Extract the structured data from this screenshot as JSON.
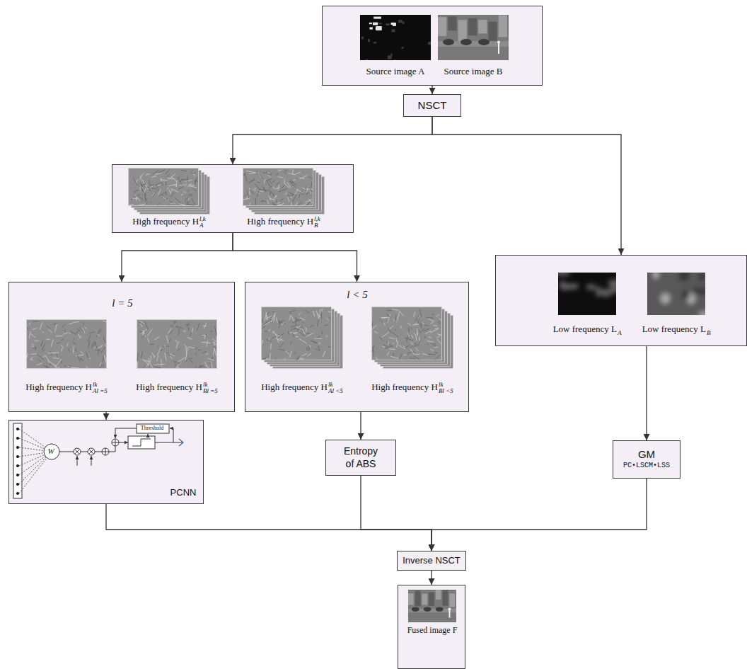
{
  "diagram": {
    "nodes": [
      {
        "text": [
          "Source image A",
          "Source image B"
        ]
      },
      {
        "text": [
          "NSCT"
        ]
      },
      {
        "text": [
          "High frequency H",
          "l,k",
          "A",
          "High frequency H",
          "l,k",
          "B"
        ]
      },
      {
        "text": [
          "Low frequency L",
          "A",
          "Low frequency L",
          "B"
        ]
      },
      {
        "text": [
          "l = 5",
          "High frequency H",
          "lk",
          "Al =5",
          "High frequency H",
          "lk",
          "Bl =5"
        ]
      },
      {
        "text": [
          "l < 5",
          "High frequency H",
          "lk",
          "Al <5",
          "High frequency H",
          "lk",
          "Bl <5"
        ]
      },
      {
        "text": [
          "PCNN"
        ]
      },
      {
        "text": [
          "Entropy of ABS"
        ]
      },
      {
        "text": [
          "GM",
          "PC•LSCM•LSS"
        ]
      },
      {
        "text": [
          "Inverse NSCT"
        ]
      },
      {
        "text": [
          "Fused image F"
        ]
      }
    ],
    "edges": [
      {
        "from": 0,
        "to": 1,
        "arrow": "to"
      },
      {
        "from": 1,
        "to": 2,
        "arrow": "to"
      },
      {
        "from": 1,
        "to": 3,
        "arrow": "to"
      },
      {
        "from": 2,
        "to": 4,
        "arrow": "to"
      },
      {
        "from": 2,
        "to": 5,
        "arrow": "to"
      },
      {
        "from": 4,
        "to": 6,
        "arrow": "to"
      },
      {
        "from": 5,
        "to": 7,
        "arrow": "to"
      },
      {
        "from": 3,
        "to": 8,
        "arrow": "to"
      },
      {
        "from": 6,
        "to": 9,
        "arrow": "to"
      },
      {
        "from": 7,
        "to": 9,
        "arrow": "to"
      },
      {
        "from": 8,
        "to": 9,
        "arrow": "to"
      },
      {
        "from": 9,
        "to": 10,
        "arrow": "to"
      }
    ],
    "labels": [
      "Threshold",
      "W"
    ]
  }
}
